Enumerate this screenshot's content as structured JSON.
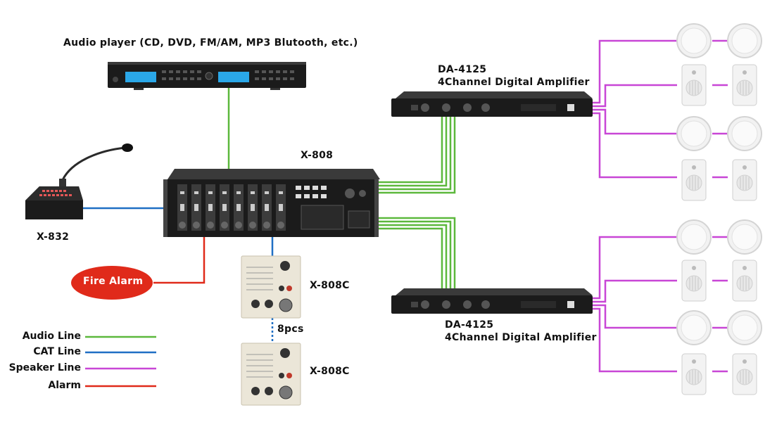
{
  "labels": {
    "audio_player": "Audio player (CD, DVD, FM/AM, MP3 Blutooth, etc.)",
    "mixer": "X-808",
    "mic": "X-832",
    "panel_top": "X-808C",
    "panel_bottom": "X-808C",
    "count": "8pcs",
    "fire_alarm": "Fire Alarm",
    "amp_top": "DA-4125\n4Channel Digital Amplifier",
    "amp_bottom": "DA-4125\n4Channel Digital Amplifier"
  },
  "legend": [
    {
      "label": "Audio Line",
      "color": "#5cb83c"
    },
    {
      "label": "CAT Line",
      "color": "#1f6fc4"
    },
    {
      "label": "Speaker Line",
      "color": "#c846d6"
    },
    {
      "label": "Alarm",
      "color": "#e02a1a"
    }
  ],
  "colors": {
    "audio": "#5cb83c",
    "cat": "#1f6fc4",
    "speaker": "#c846d6",
    "alarm": "#e02a1a",
    "device_dark": "#1b1b1b",
    "display_blue": "#2aa7e8",
    "panel_beige": "#ebe6d8"
  },
  "icons": [
    "audio-player-icon",
    "mixer-amplifier-icon",
    "paging-microphone-icon",
    "wall-panel-icon",
    "digital-amplifier-icon",
    "ceiling-speaker-icon",
    "wall-speaker-icon"
  ]
}
